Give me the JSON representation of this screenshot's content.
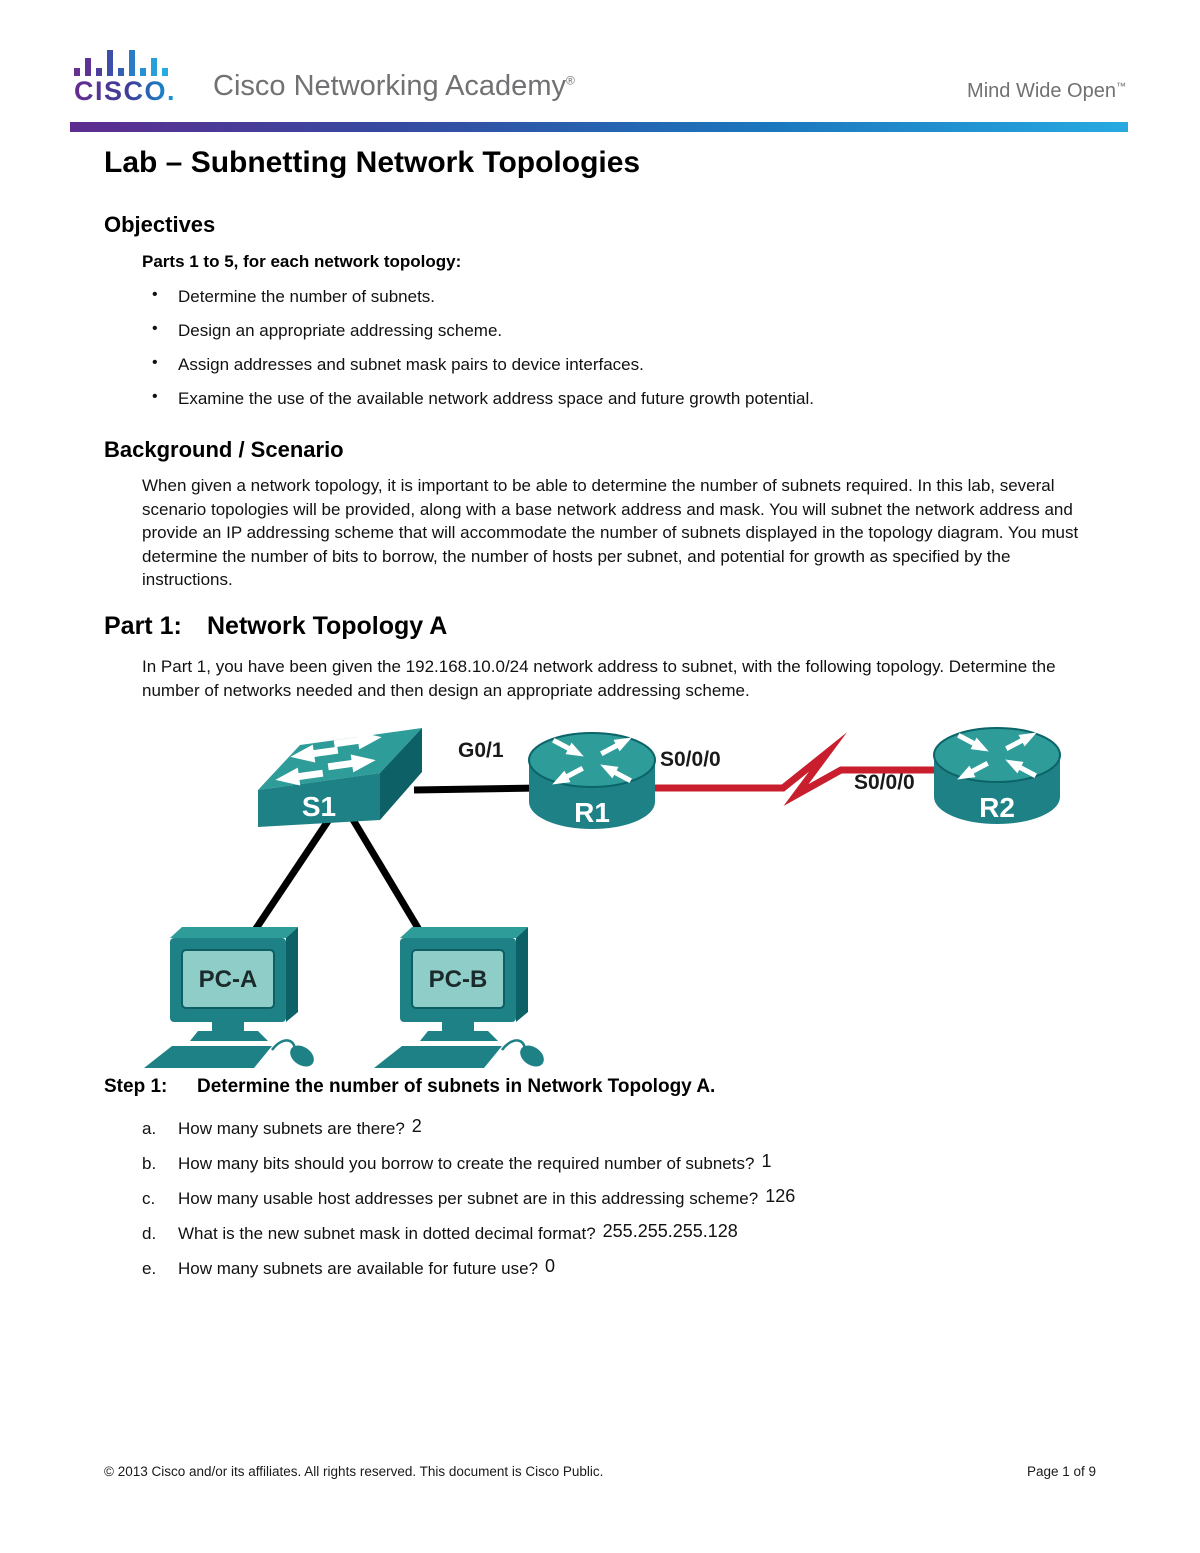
{
  "header": {
    "brand": "CISCO.",
    "brand_name": "Cisco Networking Academy",
    "brand_reg": "®",
    "tagline": "Mind Wide Open",
    "tagline_tm": "™"
  },
  "title": "Lab – Subnetting Network Topologies",
  "objectives": {
    "heading": "Objectives",
    "intro": "Parts 1 to 5, for each network topology:",
    "bullets": [
      "Determine the number of subnets.",
      "Design an appropriate addressing scheme.",
      "Assign addresses and subnet mask pairs to device interfaces.",
      "Examine the use of the available network address space and future growth potential."
    ]
  },
  "background": {
    "heading": "Background / Scenario",
    "body": "When given a network topology, it is important to be able to determine the number of subnets required. In this lab, several scenario topologies will be provided, along with a base network address and mask. You will subnet the network address and provide an IP addressing scheme that will accommodate the number of subnets displayed in the topology diagram. You must determine the number of bits to borrow, the number of hosts per subnet, and potential for growth as specified by the instructions."
  },
  "part1": {
    "label": "Part 1:",
    "title": "Network Topology A",
    "body": "In Part 1, you have been given the 192.168.10.0/24 network address to subnet, with the following topology. Determine the number of networks needed and then design an appropriate addressing scheme."
  },
  "diagram": {
    "switch_label": "S1",
    "router1_label": "R1",
    "router2_label": "R2",
    "pc_a_label": "PC-A",
    "pc_b_label": "PC-B",
    "r1_lan_port": "G0/1",
    "r1_serial_port": "S0/0/0",
    "r2_serial_port": "S0/0/0",
    "colors": {
      "device_front": "#1E8186",
      "device_top": "#2E9C98",
      "device_side": "#0C6066",
      "screen": "#8FCDC8",
      "serial_link": "#C81E2E",
      "ethernet_link": "#000000"
    }
  },
  "step1": {
    "label": "Step 1:",
    "title": "Determine the number of subnets in Network Topology A.",
    "questions": [
      {
        "letter": "a.",
        "text": "How many subnets are there?",
        "answer": "2"
      },
      {
        "letter": "b.",
        "text": "How many bits should you borrow to create the required number of subnets?",
        "answer": "1"
      },
      {
        "letter": "c.",
        "text": "How many usable host addresses per subnet are in this addressing scheme?",
        "answer": "126"
      },
      {
        "letter": "d.",
        "text": "What is the new subnet mask in dotted decimal format?",
        "answer": "255.255.255.128"
      },
      {
        "letter": "e.",
        "text": "How many subnets are available for future use?",
        "answer": "0"
      }
    ]
  },
  "footer": {
    "copyright": "© 2013 Cisco and/or its affiliates. All rights reserved. This document is Cisco Public.",
    "page": "Page 1 of 9"
  }
}
